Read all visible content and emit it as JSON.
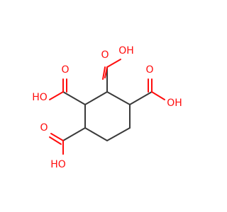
{
  "colors": {
    "background": "#ffffff",
    "carbon_bond": "#3a3a3a",
    "oxygen": "#ff0d0d"
  },
  "labels": {
    "top_oh": "OH",
    "left_oh": "HO",
    "right_oh": "OH",
    "bottom_oh": "HO",
    "top_o": "O",
    "left_o": "O",
    "right_o": "O",
    "bottom_o": "O"
  }
}
